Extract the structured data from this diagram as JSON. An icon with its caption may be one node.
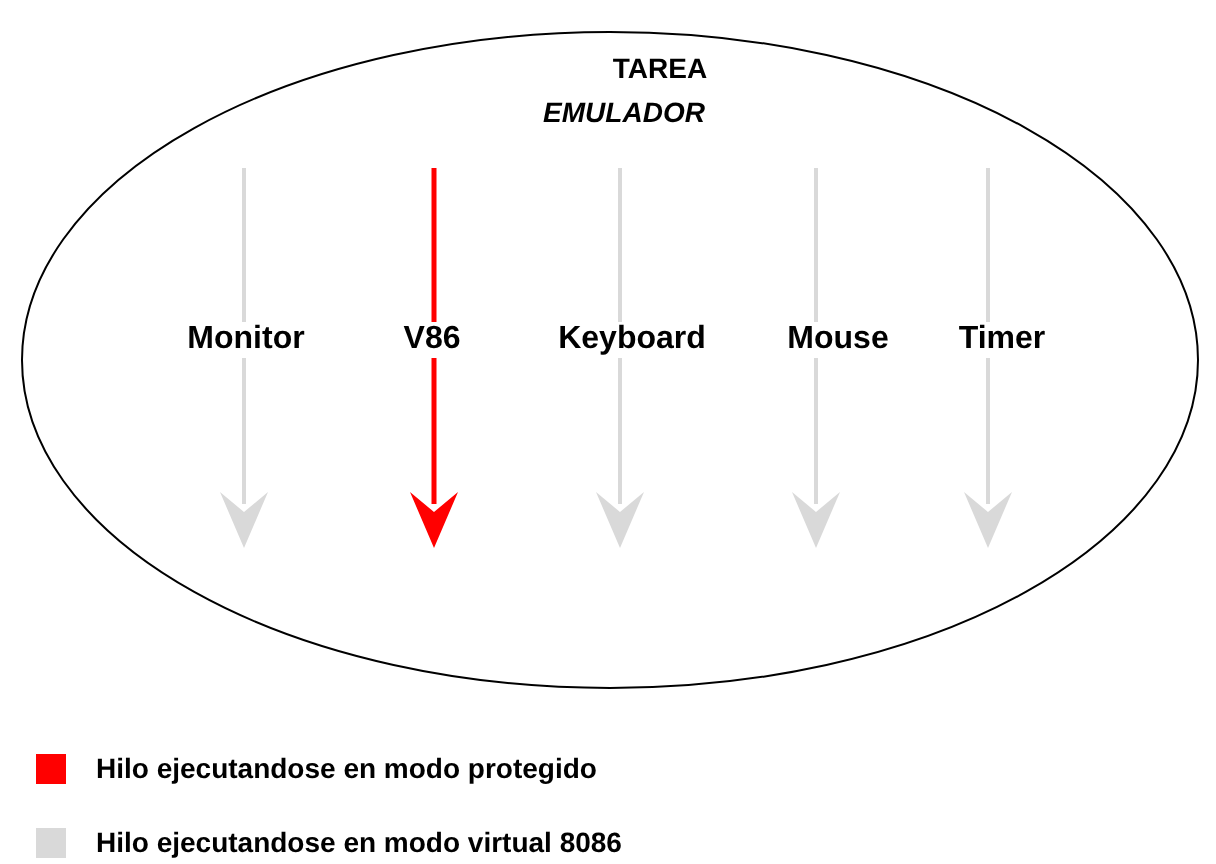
{
  "diagram": {
    "nodes": [
      {
        "text": [
          "TAREA",
          "EMULADOR"
        ]
      }
    ],
    "labels": [
      "Monitor",
      "V86",
      "Keyboard",
      "Mouse",
      "Timer"
    ],
    "legend": [
      {
        "text": "Hilo ejecutandose en modo protegido",
        "color": "#ff0000"
      },
      {
        "text": "Hilo ejecutandose en modo virtual 8086",
        "color": "#d9d9d9"
      }
    ]
  }
}
